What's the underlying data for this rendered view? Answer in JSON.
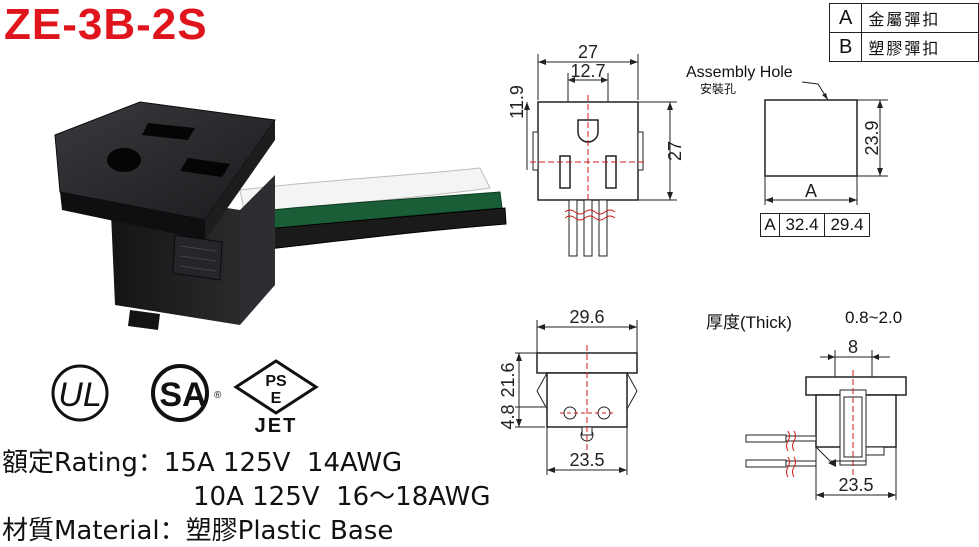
{
  "title": "ZE-3B-2S",
  "legend": [
    {
      "key": "A",
      "value": "金屬彈扣"
    },
    {
      "key": "B",
      "value": "塑膠彈扣"
    }
  ],
  "assembly_hole": {
    "label_en": "Assembly Hole",
    "label_cn": "安裝孔"
  },
  "cutout_table": {
    "key": "A",
    "values": [
      "32.4",
      "29.4"
    ]
  },
  "thickness": {
    "label": "厚度(Thick)",
    "value": "0.8~2.0"
  },
  "dimensions": {
    "front_width": "27",
    "front_pin_spacing": "12.7",
    "front_top_offset": "11.9",
    "front_height": "27",
    "hole_height": "23.9",
    "hole_width": "A",
    "top_width": "29.6",
    "top_height": "21.6",
    "top_step": "4.8",
    "top_bottom_width": "23.5",
    "side_width": "8",
    "side_bottom_width": "23.5"
  },
  "certifications": [
    "UL",
    "SA",
    "PSE",
    "JET"
  ],
  "cert_text": {
    "pse_top": "PS",
    "pse_bottom": "E",
    "jet": "JET",
    "ul": "UL",
    "csa": "SA"
  },
  "rating": {
    "label": "額定Rating：",
    "line1": "15A 125V  14AWG",
    "line2": "10A 125V  16～18AWG"
  },
  "material": {
    "label": "材質Material：",
    "value": "塑膠Plastic Base"
  },
  "colors": {
    "title": "#e0141c",
    "drawing_red": "#d01818",
    "body": "#1c1c1e"
  }
}
